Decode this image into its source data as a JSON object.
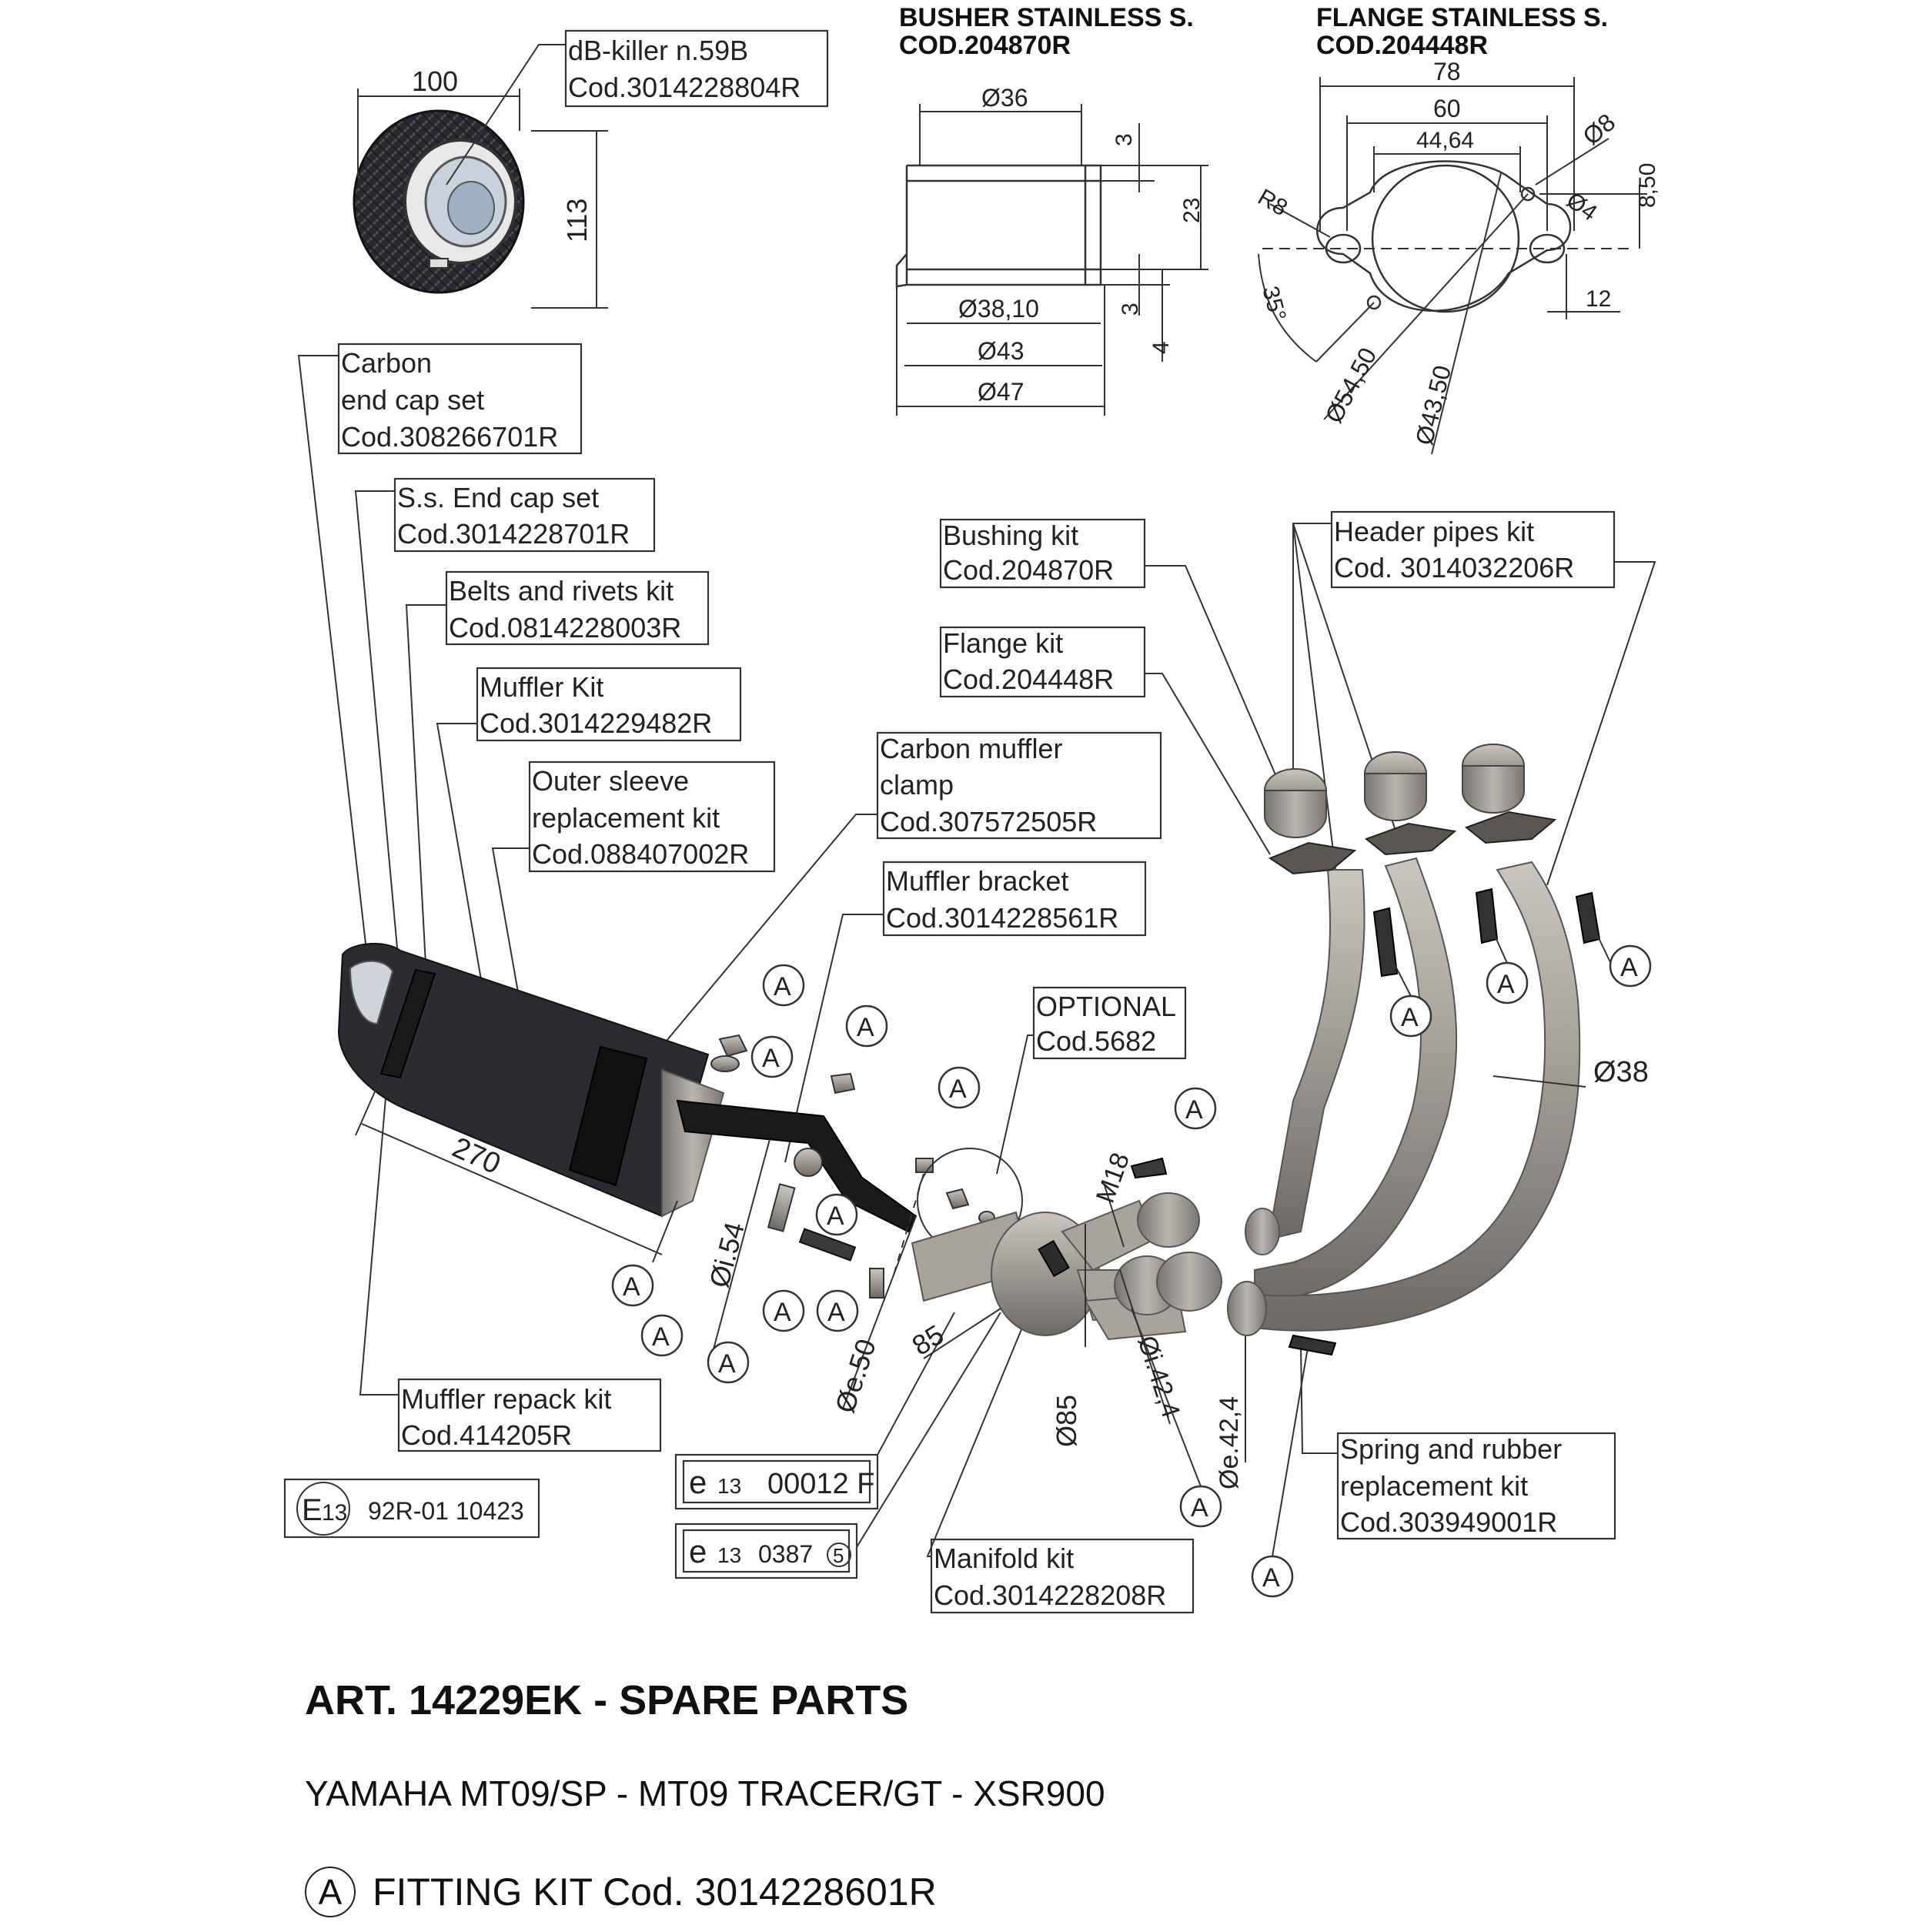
{
  "top_parts": {
    "busher": {
      "title_line1": "BUSHER STAINLESS S.",
      "title_line2": "COD.204870R"
    },
    "flange": {
      "title_line1": "FLANGE STAINLESS S.",
      "title_line2": "COD.204448R"
    }
  },
  "dimensions": {
    "endcap_width": "100",
    "endcap_height": "113",
    "busher_d36": "Ø36",
    "busher_d3810": "Ø38,10",
    "busher_d43": "Ø43",
    "busher_d47": "Ø47",
    "busher_3a": "3",
    "busher_23": "23",
    "busher_3b": "3",
    "busher_4": "4",
    "flange_78": "78",
    "flange_60": "60",
    "flange_4464": "44,64",
    "flange_d8": "Ø8",
    "flange_850": "8,50",
    "flange_d4": "Ø4",
    "flange_r8": "R8",
    "flange_35": "35°",
    "flange_12": "12",
    "flange_d5450": "Ø54,50",
    "flange_d4350": "Ø43,50",
    "muffler_270": "270",
    "i54": "Øi.54",
    "e50": "Øe.50",
    "m85": "85",
    "d85": "Ø85",
    "m18": "M18",
    "i424": "Øi.42,4",
    "e424": "Øe.42,4",
    "d38": "Ø38"
  },
  "callouts": {
    "dbkiller": [
      "dB-killer n.59B",
      "Cod.3014228804R"
    ],
    "carbon_endcap": [
      "Carbon",
      "end cap set",
      "Cod.308266701R"
    ],
    "ss_endcap": [
      "S.s. End cap set",
      "Cod.3014228701R"
    ],
    "belts": [
      "Belts and rivets kit",
      "Cod.0814228003R"
    ],
    "muffler_kit": [
      "Muffler Kit",
      "Cod.3014229482R"
    ],
    "outer_sleeve": [
      "Outer sleeve",
      "replacement kit",
      "Cod.088407002R"
    ],
    "carbon_clamp": [
      "Carbon muffler",
      "clamp",
      "Cod.307572505R"
    ],
    "bracket": [
      "Muffler bracket",
      "Cod.3014228561R"
    ],
    "bushing_kit": [
      "Bushing kit",
      "Cod.204870R"
    ],
    "flange_kit": [
      "Flange kit",
      "Cod.204448R"
    ],
    "header_pipes": [
      "Header pipes kit",
      "Cod. 3014032206R"
    ],
    "optional": [
      "OPTIONAL",
      "Cod.5682"
    ],
    "repack": [
      "Muffler repack kit",
      "Cod.414205R"
    ],
    "spring": [
      "Spring and rubber",
      "replacement kit",
      "Cod.303949001R"
    ],
    "manifold": [
      "Manifold kit",
      "Cod.3014228208R"
    ]
  },
  "homologation": {
    "e13_big": {
      "mark": "E",
      "num": "13",
      "code": "92R-01 10423"
    },
    "e13_a": {
      "mark": "e",
      "num": "13",
      "code": "00012 F"
    },
    "e13_b": {
      "mark": "e",
      "num": "13",
      "code": "0387",
      "circled": "5"
    }
  },
  "fitting_marker": "A",
  "footer": {
    "title": "ART. 14229EK - SPARE PARTS",
    "models": "YAMAHA MT09/SP - MT09 TRACER/GT - XSR900",
    "fitting_mark": "A",
    "fitting_kit": "FITTING KIT Cod. 3014228601R"
  }
}
